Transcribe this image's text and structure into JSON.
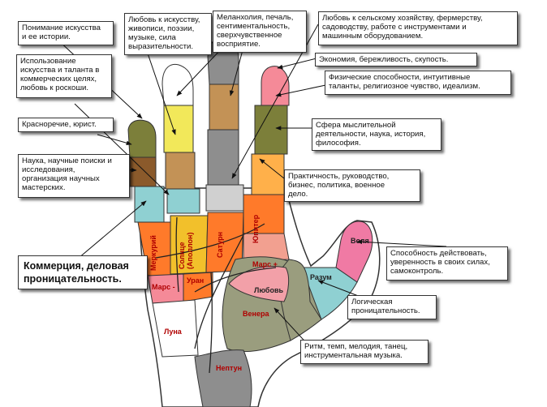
{
  "diagram": {
    "labels": {
      "art_history": "Понимание искусства\nи ее истории.",
      "love_art": "Любовь к искусству,\nживописи, поэзии,\nмузыке, сила\nвыразительности.",
      "melancholy": "Меланхолия, печаль,\nсентиментальность,\nсверхчувственное\nвосприятие.",
      "agriculture": "Любовь к сельскому хозяйству, фермерству,\nсадоводству, работе с инструментами и\nмашинным оборудованием.",
      "commercial_art": "Использование\nискусства и таланта в\nкоммерческих целях,\nлюбовь к роскоши.",
      "economy": "Экономия, бережливость, скупость.",
      "physical_abilities": "Физические способности, интуитивные\nталанты, религиозное чувство, идеализм.",
      "eloquence": "Красноречие, юрист.",
      "mental_sphere": "Сфера мыслительной\nдеятельности, наука, история,\nфилософия.",
      "science": "Наука, научные поиски и\nисследования,\nорганизация научных\nмастерских.",
      "practicality": "Практичность, руководство,\nбизнес, политика, военное\nдело.",
      "commerce": "Коммерция, деловая\nпроницательность.",
      "ability_act": "Способность действовать,\nуверенность в своих силах,\nсамоконтроль.",
      "logical": "Логическая\nпроницательность.",
      "rhythm": "Ритм, темп, мелодия, танец,\nинструментальная музыка."
    },
    "zones": {
      "mercury": "Меркурий",
      "sun": "Солнце\n(Аполлон)",
      "saturn": "Сатурн",
      "jupiter": "Юпитер",
      "mars_plus": "Марс +",
      "mars_minus": "Марс -",
      "uranus": "Уран",
      "love": "Любовь",
      "reason": "Разум",
      "will": "Воля",
      "venus": "Венера",
      "moon": "Луна",
      "neptune": "Нептун"
    }
  }
}
